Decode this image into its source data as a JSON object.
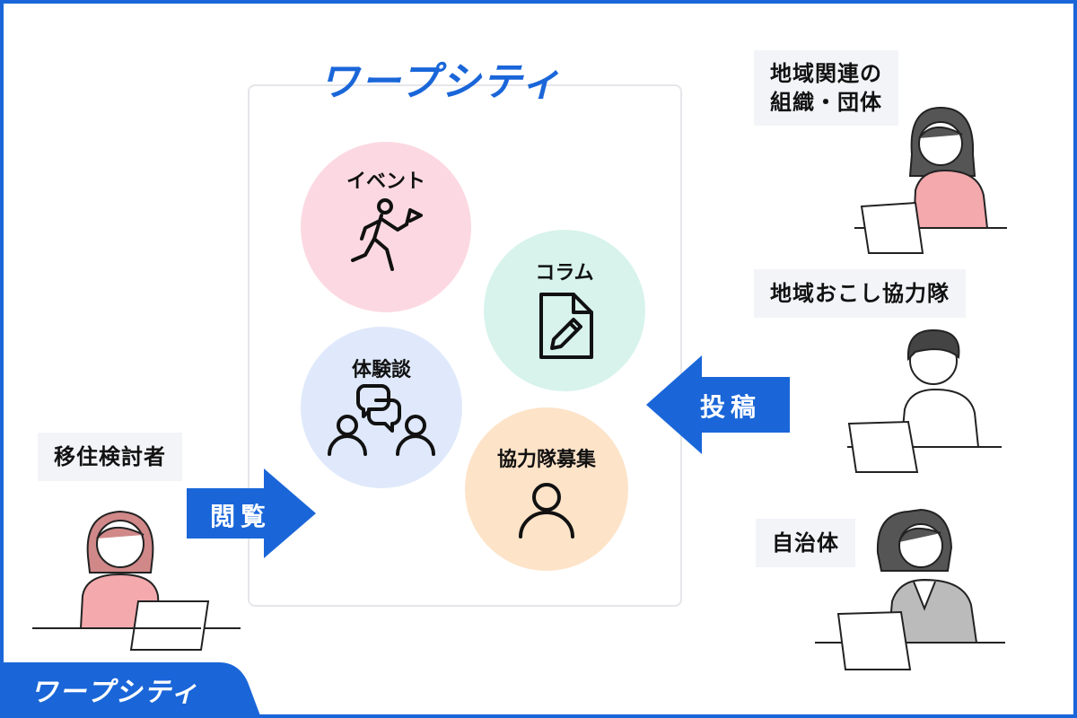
{
  "service_name": "ワープシティ",
  "footer_logo": "ワープシティ",
  "categories": [
    {
      "label": "イベント",
      "icon": "running-with-flag-icon"
    },
    {
      "label": "コラム",
      "icon": "document-edit-icon"
    },
    {
      "label": "体験談",
      "icon": "people-chat-icon"
    },
    {
      "label": "協力隊募集",
      "icon": "person-icon"
    }
  ],
  "viewer": {
    "label": "移住検討者",
    "action": "閲覧"
  },
  "posters": [
    {
      "label_line1": "地域関連の",
      "label_line2": "組織・団体"
    },
    {
      "label": "地域おこし協力隊"
    },
    {
      "label": "自治体"
    }
  ],
  "post_action": "投稿",
  "colors": {
    "brand_blue": "#1a66d9",
    "event_circle": "#fcd9e2",
    "column_circle": "#d7f3ec",
    "story_circle": "#dfe9fb",
    "recruit_circle": "#fde3c8"
  }
}
